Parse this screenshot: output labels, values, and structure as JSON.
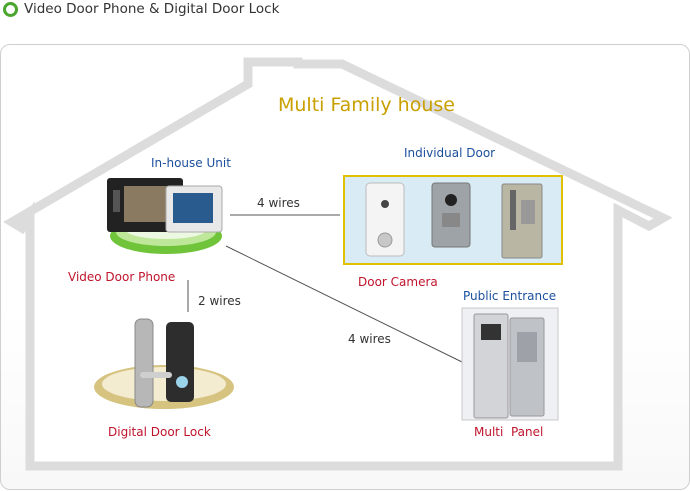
{
  "header": {
    "title": "Video Door Phone & Digital Door Lock"
  },
  "diagram": {
    "title": "Multi Family house",
    "in_house_unit": "In-house Unit",
    "individual_door": "Individual Door",
    "public_entrance": "Public Entrance",
    "video_door_phone": "Video Door Phone",
    "door_camera": "Door Camera",
    "digital_door_lock": "Digital Door Lock",
    "multi_panel": "Multi  Panel",
    "wires_to_camera": "4 wires",
    "wires_to_lock": "2 wires",
    "wires_to_panel": "4 wires"
  },
  "colors": {
    "accent_green": "#4aa62e",
    "title_gold": "#c9a000",
    "label_blue": "#1b4f9c",
    "label_red": "#c0142c"
  }
}
